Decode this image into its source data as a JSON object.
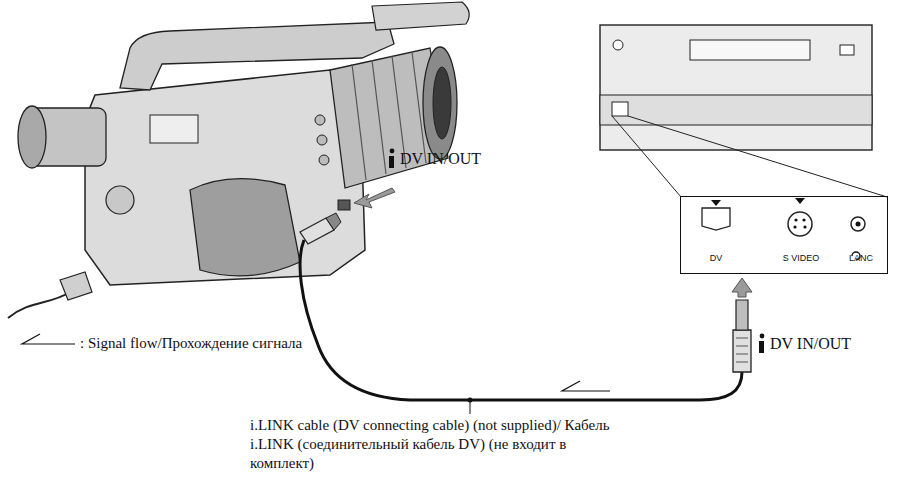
{
  "diagram": {
    "nodes": [
      {
        "text": [
          "DV",
          "S VIDEO",
          "LANC"
        ]
      }
    ],
    "labels": [
      "DV IN/OUT",
      "DV IN/OUT",
      ": Signal flow/Прохождение сигнала",
      "i.LINK cable (DV connecting cable) (not supplied)/ Кабель i.LINK (соединительный кабель DV) (не входит в комплект)"
    ]
  }
}
